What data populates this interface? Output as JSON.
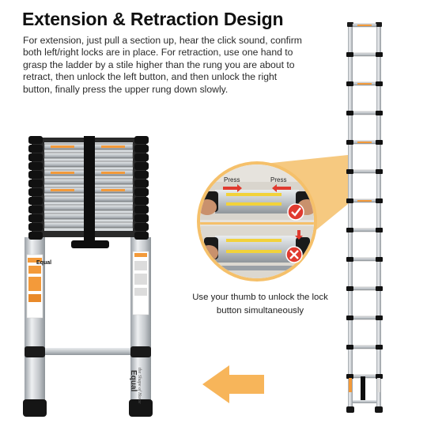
{
  "header": {
    "title": "Extension & Retraction Design",
    "description": "For extension, just pull a section up, hear the click sound, confirm both left/right locks are in place. For retraction, use one hand to grasp the ladder by a stile higher than the rung you are about to retract, then unlock the left button, and then unlock the right button, finally press the upper rung down slowly."
  },
  "detail_callout": {
    "press_left": "Press",
    "press_right": "Press",
    "correct_mark": "check-icon",
    "wrong_mark": "cross-icon",
    "caption": "Use your thumb to unlock the lock button simultaneously"
  },
  "ladder_collapsed": {
    "brand": "Equal",
    "tagline": "the Shape of Home",
    "label_brand": "Equal"
  },
  "direction_arrow": {
    "icon": "arrow-left-icon"
  },
  "colors": {
    "accent_orange": "#F39A3A",
    "arrow_orange": "#F7B55A",
    "callout_fill": "#F5C06A",
    "rung_black": "#1a1a1a",
    "aluminum": "#C9CDD1"
  }
}
